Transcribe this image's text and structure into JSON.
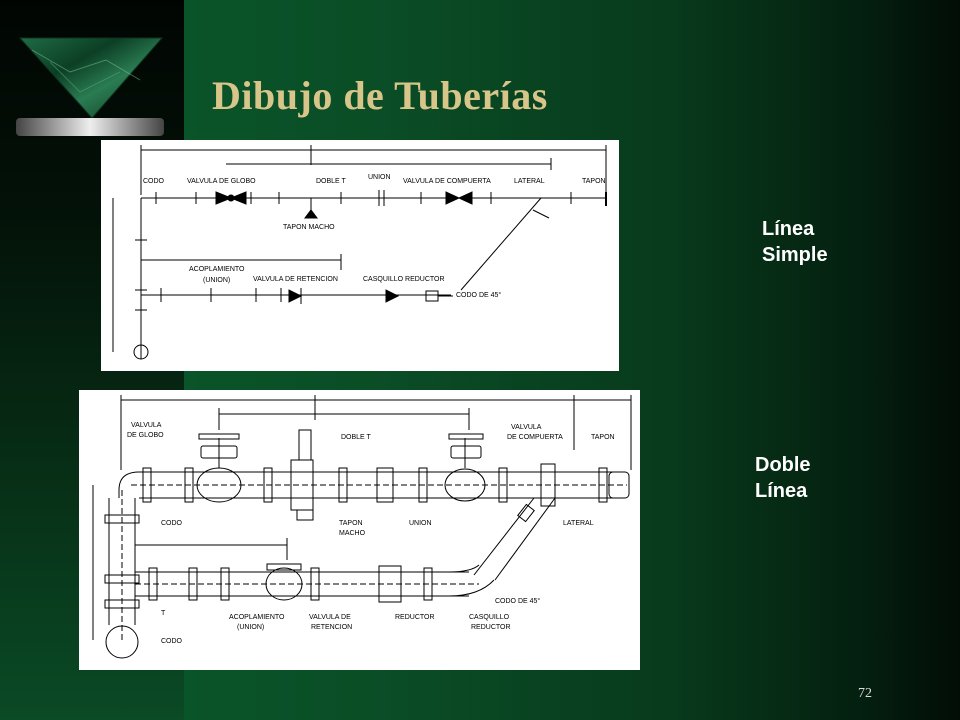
{
  "slide": {
    "title": "Dibujo de Tuberías",
    "page_number": "72"
  },
  "labels": {
    "single_line": [
      "Línea",
      "Simple"
    ],
    "double_line": [
      "Doble",
      "Línea"
    ]
  },
  "single_line_drawing": {
    "codo": "CODO",
    "valvula_globo": "VALVULA DE GLOBO",
    "doble_t": "DOBLE T",
    "union": "UNION",
    "valvula_compuerta": "VALVULA DE COMPUERTA",
    "lateral": "LATERAL",
    "tapon": "TAPON",
    "tapon_macho": "TAPON MACHO",
    "acoplamiento": "ACOPLAMIENTO",
    "acoplamiento_sub": "(UNION)",
    "valvula_retencion": "VALVULA DE RETENCION",
    "casquillo_reductor": "CASQUILLO REDUCTOR",
    "codo_45": "CODO DE 45°"
  },
  "double_line_drawing": {
    "valvula_globo_1": "VALVULA",
    "valvula_globo_2": "DE GLOBO",
    "doble_t": "DOBLE T",
    "valvula_compuerta_1": "VALVULA",
    "valvula_compuerta_2": "DE COMPUERTA",
    "tapon": "TAPON",
    "codo": "CODO",
    "tapon_macho_1": "TAPON",
    "tapon_macho_2": "MACHO",
    "union": "UNION",
    "lateral": "LATERAL",
    "t": "T",
    "codo_bottom": "CODO",
    "acoplamiento_1": "ACOPLAMIENTO",
    "acoplamiento_2": "(UNION)",
    "valvula_retencion_1": "VALVULA DE",
    "valvula_retencion_2": "RETENCION",
    "reductor": "REDUCTOR",
    "casquillo_1": "CASQUILLO",
    "casquillo_2": "REDUCTOR",
    "codo_45": "CODO DE 45°"
  },
  "colors": {
    "title": "#d8c58a",
    "label": "#ffffff",
    "background": "#0a4d26"
  }
}
